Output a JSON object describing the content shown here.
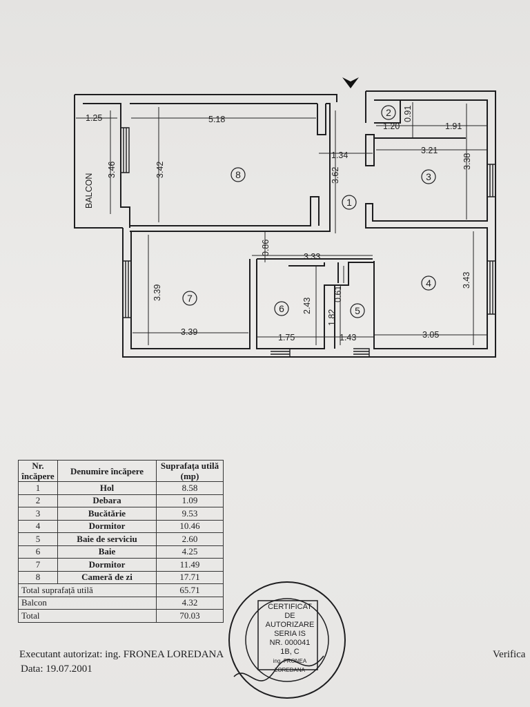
{
  "plan": {
    "rooms": [
      {
        "nr": "1"
      },
      {
        "nr": "2"
      },
      {
        "nr": "3"
      },
      {
        "nr": "4"
      },
      {
        "nr": "5"
      },
      {
        "nr": "6"
      },
      {
        "nr": "7"
      },
      {
        "nr": "8"
      }
    ],
    "balcony_label": "BALCON",
    "dims": {
      "d125": "1.25",
      "d518": "5.18",
      "d346": "3.46",
      "d342": "3.42",
      "d362": "3.62",
      "d134": "1.34",
      "d120": "1.20",
      "d091": "0.91",
      "d191": "1.91",
      "d321": "3.21",
      "d338": "3.38",
      "d086": "0.86",
      "d333": "3.33",
      "d339v": "3.39",
      "d339h": "3.39",
      "d243": "2.43",
      "d061": "0.61",
      "d182": "1.82",
      "d175": "1.75",
      "d143": "1.43",
      "d305": "3.05",
      "d343": "3.43"
    }
  },
  "table": {
    "headers": [
      "Nr. încăpere",
      "Denumire încăpere",
      "Suprafața utilă (mp)"
    ],
    "rows": [
      {
        "nr": "1",
        "name": "Hol",
        "area": "8.58"
      },
      {
        "nr": "2",
        "name": "Debara",
        "area": "1.09"
      },
      {
        "nr": "3",
        "name": "Bucătărie",
        "area": "9.53"
      },
      {
        "nr": "4",
        "name": "Dormitor",
        "area": "10.46"
      },
      {
        "nr": "5",
        "name": "Baie de serviciu",
        "area": "2.60"
      },
      {
        "nr": "6",
        "name": "Baie",
        "area": "4.25"
      },
      {
        "nr": "7",
        "name": "Dormitor",
        "area": "11.49"
      },
      {
        "nr": "8",
        "name": "Cameră de zi",
        "area": "17.71"
      }
    ],
    "total_useful_label": "Total suprafață utilă",
    "total_useful": "65.71",
    "balcony_label": "Balcon",
    "balcony": "4.32",
    "total_label": "Total",
    "total": "70.03"
  },
  "footer": {
    "executor": "Executant autorizat: ing. FRONEA LOREDANA",
    "date": "Data: 19.07.2001",
    "verify": "Verifica"
  },
  "stamp": {
    "line1": "CERTIFICAT",
    "line2": "DE",
    "line3": "AUTORIZARE",
    "line4": "SERIA IS",
    "line5": "NR. 000041",
    "line6": "1B, C",
    "line7": "ing. FRONEA LOREDANA"
  }
}
